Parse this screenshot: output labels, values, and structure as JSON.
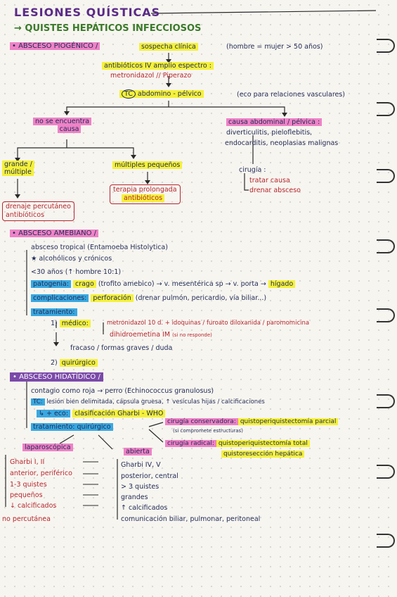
{
  "title": "LESIONES QUÍSTICAS",
  "subtitle": "→ QUISTES HEPÁTICOS INFECCIOSOS",
  "s1": {
    "header": "• ABSCESO PIOGÉNICO /",
    "sospecha": "sospecha clínica",
    "sospecha_note": "(hombre = mujer > 50 años)",
    "antibioticos": "antibióticos IV amplio espectro :",
    "drugs": "metronidazol // Piperazo",
    "tc_label": "TC",
    "tc_text": "abdomino - pélvico",
    "tc_note": "(eco para relaciones vasculares)",
    "no_encuentra_1": "no se encuentra",
    "no_encuentra_2": "causa",
    "causa_abd": "causa abdominal / pélvica :",
    "causa_list_1": "diverticulitis, pieloflebitis,",
    "causa_list_2": "endocarditis, neoplasias malignas",
    "grande_1": "grande /",
    "grande_2": "múltiple",
    "multiples": "múltiples pequeños",
    "cirugia": "cirugía :",
    "cir_1": "tratar causa",
    "cir_2": "drenar absceso",
    "terapia_1": "terapia prolongada",
    "terapia_2": "antibióticos",
    "drenaje_1": "drenaje percutáneo",
    "drenaje_2": "antibióticos"
  },
  "s2": {
    "header": "• ABSCESO AMEBIANO /",
    "l1": "absceso tropical (Entamoeba Histolytica)",
    "l2": "★ alcohólicos y crónicos",
    "l3": "<30 años (↑ hombre 10:1)",
    "pato_label": "patogenia:",
    "pato_a": "crago",
    "pato_b": "(trofito amebico)",
    "pato_c": "→ v. mesentérica sp → v. porta →",
    "pato_d": "hígado",
    "comp_label": "complicaciones:",
    "comp_a": "perforación",
    "comp_b": "(drenar pulmón, pericardio, vía biliar...)",
    "trat_label": "tratamiento:",
    "num1": "1)",
    "medico": "médico:",
    "med_1": "metronidazol 10 d. + idoquinas / furoato diloxanida / paromomicina",
    "med_2": "dihidroemetina IM",
    "med_2_note": "(si no responde)",
    "fracaso": "fracaso / formas graves / duda",
    "num2": "2)",
    "quirurgico": "quirúrgico"
  },
  "s3": {
    "header": "• ABSCESO HIDATÍDICO /",
    "l1": "contagio como roja → perro (Echinococcus granulosus)",
    "tc_label": "TC:",
    "tc_text": "lesión bien delimitada, cápsula gruesa, ↑ vesículas hijas / calcificaciones",
    "eco_label": "↳ + eco:",
    "eco_text": "clasificación Gharbi - WHO",
    "trat_label": "tratamiento: quirúrgico",
    "cir_cons": "cirugía conservadora:",
    "cir_cons_val": "quistoperiquistectomía parcial",
    "cir_cons_note": "(si compromete estructuras)",
    "cir_rad": "cirugía radical:",
    "cir_rad_val_1": "quistoperiquistectomía total",
    "cir_rad_val_2": "quistoresección hepática",
    "lap": "laparoscópica",
    "lap_items": [
      "Gharbi I, II",
      "anterior, periférico",
      "1-3 quistes",
      "pequeños",
      "↓ calcificados"
    ],
    "lap_footer": "no percutánea",
    "abierta": "abierta",
    "abi_items": [
      "Gharbi IV, V",
      "posterior, central",
      "> 3 quistes",
      "grandes",
      "↑ calcificados",
      "comunicación biliar, pulmonar, peritoneal"
    ]
  }
}
